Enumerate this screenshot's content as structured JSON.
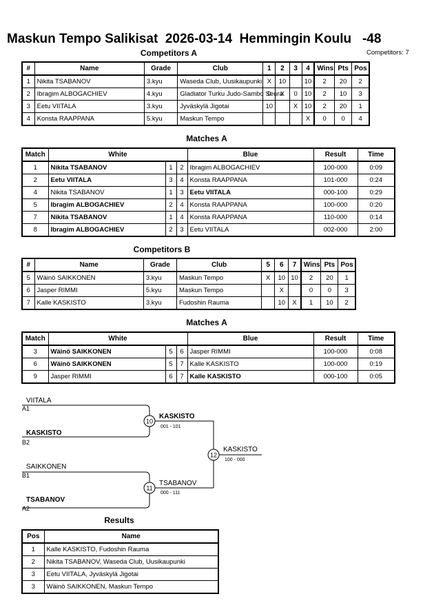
{
  "title": "Maskun Tempo Salikisat  2026-03-14  Hemmingin Koulu   -48",
  "competitors_a": {
    "heading": "Competitors A",
    "count_label": "Competitors: 7",
    "headers": [
      "#",
      "Name",
      "Grade",
      "Club",
      "1",
      "2",
      "3",
      "4",
      "Wins",
      "Pts",
      "Pos"
    ],
    "rows": [
      {
        "no": "1",
        "name": "Nikita TSABANOV",
        "grade": "3.kyu",
        "club": "Waseda Club, Uusikaupunki",
        "s1": "X",
        "s2": "10",
        "s3": "",
        "s4": "10",
        "wins": "2",
        "pts": "20",
        "pos": "2"
      },
      {
        "no": "2",
        "name": "Ibragim ALBOGACHIEV",
        "grade": "4.kyu",
        "club": "Gladiator Turku Judo-Sambo Seura",
        "s1": "0",
        "s2": "X",
        "s3": "0",
        "s4": "10",
        "wins": "2",
        "pts": "10",
        "pos": "3"
      },
      {
        "no": "3",
        "name": "Eetu VIITALA",
        "grade": "3.kyu",
        "club": "Jyväskylä Jigotai",
        "s1": "10",
        "s2": "",
        "s3": "X",
        "s4": "10",
        "wins": "2",
        "pts": "20",
        "pos": "1"
      },
      {
        "no": "4",
        "name": "Konsta RAAPPANA",
        "grade": "5.kyu",
        "club": "Maskun Tempo",
        "s1": "",
        "s2": "",
        "s3": "",
        "s4": "X",
        "wins": "0",
        "pts": "0",
        "pos": "4"
      }
    ]
  },
  "matches_a": {
    "heading": "Matches A",
    "headers": [
      "Match",
      "White",
      "Blue",
      "Result",
      "Time"
    ],
    "rows": [
      {
        "match": "1",
        "white": "Nikita TSABANOV",
        "white_bold": true,
        "wn": "1",
        "bn": "2",
        "blue": "Ibragim ALBOGACHIEV",
        "blue_bold": false,
        "result": "100-000",
        "time": "0:09"
      },
      {
        "match": "2",
        "white": "Eetu VIITALA",
        "white_bold": true,
        "wn": "3",
        "bn": "4",
        "blue": "Konsta RAAPPANA",
        "blue_bold": false,
        "result": "101-000",
        "time": "0:24"
      },
      {
        "match": "4",
        "white": "Nikita TSABANOV",
        "white_bold": false,
        "wn": "1",
        "bn": "3",
        "blue": "Eetu VIITALA",
        "blue_bold": true,
        "result": "000-100",
        "time": "0:29"
      },
      {
        "match": "5",
        "white": "Ibragim ALBOGACHIEV",
        "white_bold": true,
        "wn": "2",
        "bn": "4",
        "blue": "Konsta RAAPPANA",
        "blue_bold": false,
        "result": "100-000",
        "time": "0:20"
      },
      {
        "match": "7",
        "white": "Nikita TSABANOV",
        "white_bold": true,
        "wn": "1",
        "bn": "4",
        "blue": "Konsta RAAPPANA",
        "blue_bold": false,
        "result": "110-000",
        "time": "0:14"
      },
      {
        "match": "8",
        "white": "Ibragim ALBOGACHIEV",
        "white_bold": true,
        "wn": "2",
        "bn": "3",
        "blue": "Eetu VIITALA",
        "blue_bold": false,
        "result": "002-000",
        "time": "2:00"
      }
    ]
  },
  "competitors_b": {
    "heading": "Competitors B",
    "headers": [
      "#",
      "Name",
      "Grade",
      "Club",
      "5",
      "6",
      "7",
      "Wins",
      "Pts",
      "Pos"
    ],
    "rows": [
      {
        "no": "5",
        "name": "Wäinö SAIKKONEN",
        "grade": "3.kyu",
        "club": "Maskun Tempo",
        "s5": "X",
        "s6": "10",
        "s7": "10",
        "wins": "2",
        "pts": "20",
        "pos": "1"
      },
      {
        "no": "6",
        "name": "Jasper RIMMI",
        "grade": "5.kyu",
        "club": "Maskun Tempo",
        "s5": "",
        "s6": "X",
        "s7": "",
        "wins": "0",
        "pts": "0",
        "pos": "3"
      },
      {
        "no": "7",
        "name": "Kalle KASKISTO",
        "grade": "3.kyu",
        "club": "Fudoshin Rauma",
        "s5": "",
        "s6": "10",
        "s7": "X",
        "wins": "1",
        "pts": "10",
        "pos": "2"
      }
    ]
  },
  "matches_b": {
    "heading": "Matches A",
    "headers": [
      "Match",
      "White",
      "Blue",
      "Result",
      "Time"
    ],
    "rows": [
      {
        "match": "3",
        "white": "Wäinö SAIKKONEN",
        "white_bold": true,
        "wn": "5",
        "bn": "6",
        "blue": "Jasper RIMMI",
        "blue_bold": false,
        "result": "100-000",
        "time": "0:08"
      },
      {
        "match": "6",
        "white": "Wäinö SAIKKONEN",
        "white_bold": true,
        "wn": "5",
        "bn": "7",
        "blue": "Kalle KASKISTO",
        "blue_bold": false,
        "result": "100-000",
        "time": "0:19"
      },
      {
        "match": "9",
        "white": "Jasper RIMMI",
        "white_bold": false,
        "wn": "6",
        "bn": "7",
        "blue": "Kalle KASKISTO",
        "blue_bold": true,
        "result": "000-100",
        "time": "0:05"
      }
    ]
  },
  "bracket": {
    "m10": {
      "no": "10",
      "top": "VIITALA",
      "top_seed": "A1",
      "bottom": "KASKISTO",
      "bottom_seed": "B2",
      "winner": "KASKISTO",
      "score": "001 - 101"
    },
    "m11": {
      "no": "11",
      "top": "SAIKKONEN",
      "top_seed": "B1",
      "bottom": "TSABANOV",
      "bottom_seed": "A2",
      "winner": "TSABANOV",
      "score": "000 - 111"
    },
    "m12": {
      "no": "12",
      "winner": "KASKISTO",
      "score": "100 - 000"
    }
  },
  "results": {
    "heading": "Results",
    "headers": [
      "Pos",
      "Name"
    ],
    "rows": [
      {
        "pos": "1",
        "name": "Kalle KASKISTO, Fudoshin Rauma"
      },
      {
        "pos": "2",
        "name": "Nikita TSABANOV, Waseda Club, Uusikaupunki"
      },
      {
        "pos": "3",
        "name": "Eetu VIITALA, Jyväskylä Jigotai"
      },
      {
        "pos": "3",
        "name": "Wäinö SAIKKONEN, Maskun Tempo"
      }
    ]
  }
}
